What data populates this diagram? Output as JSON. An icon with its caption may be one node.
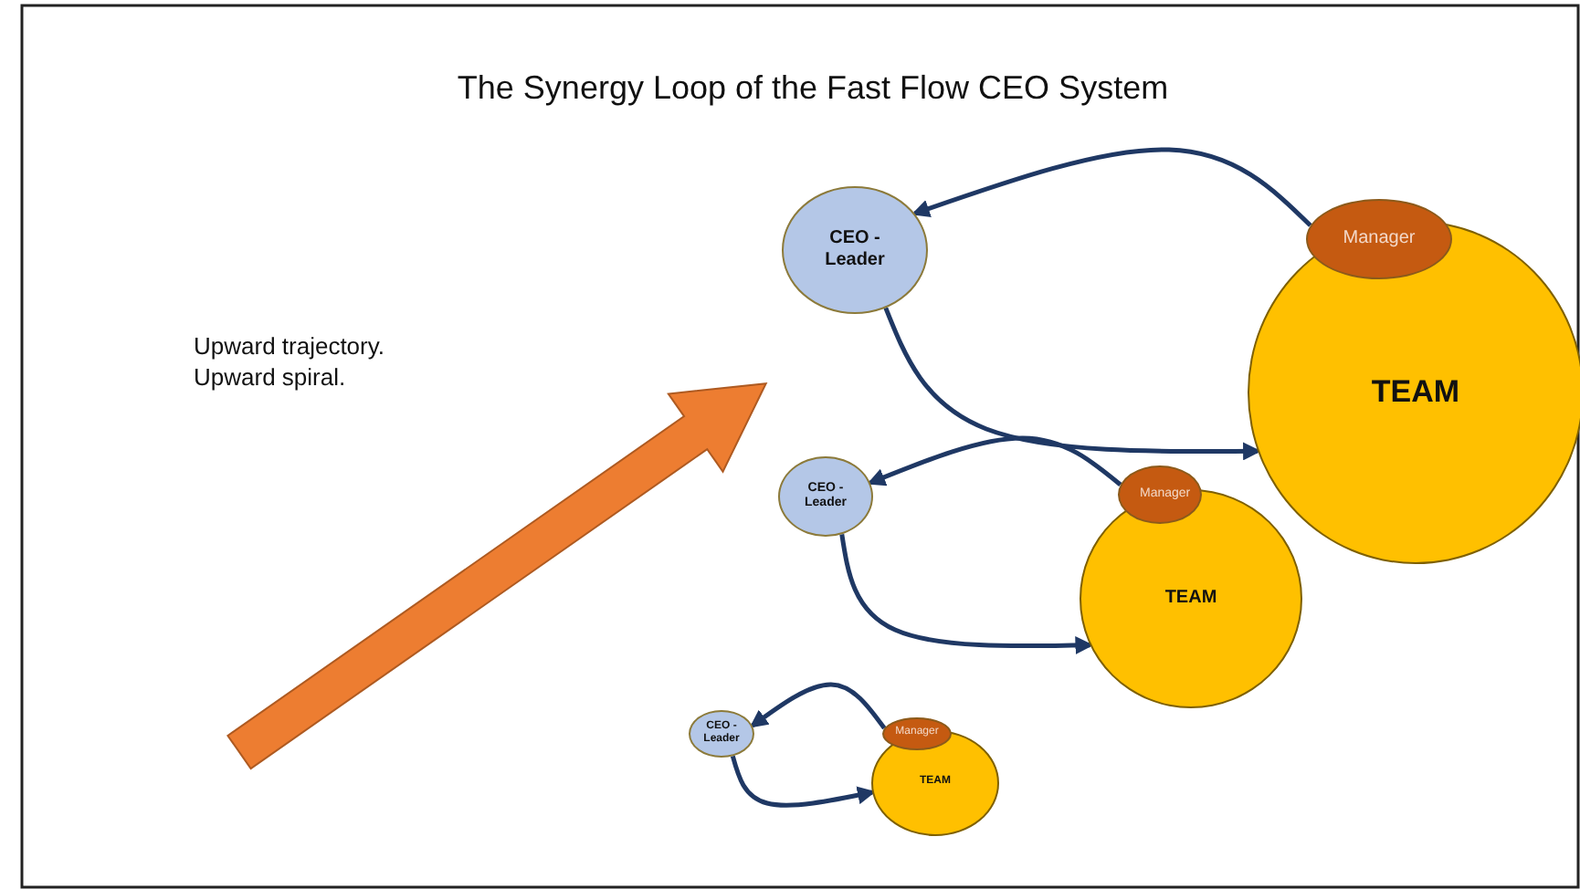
{
  "diagram": {
    "title": "The Synergy Loop of the Fast Flow CEO System",
    "nodes": [
      {
        "text": [
          "CEO - Leader"
        ]
      },
      {
        "text": [
          "Manager"
        ]
      },
      {
        "text": [
          "TEAM"
        ]
      },
      {
        "text": [
          "CEO - Leader"
        ]
      },
      {
        "text": [
          "Manager"
        ]
      },
      {
        "text": [
          "TEAM"
        ]
      },
      {
        "text": [
          "CEO - Leader"
        ]
      },
      {
        "text": [
          "Manager"
        ]
      },
      {
        "text": [
          "TEAM"
        ]
      }
    ],
    "edges": [
      {
        "from": 1,
        "to": 0,
        "arrow": "to"
      },
      {
        "from": 0,
        "to": 2,
        "arrow": "to"
      },
      {
        "from": 4,
        "to": 3,
        "arrow": "to"
      },
      {
        "from": 3,
        "to": 5,
        "arrow": "to"
      },
      {
        "from": 7,
        "to": 6,
        "arrow": "to"
      },
      {
        "from": 6,
        "to": 8,
        "arrow": "to"
      }
    ],
    "labels": [
      "Upward trajectory.",
      "Upward spiral."
    ]
  }
}
